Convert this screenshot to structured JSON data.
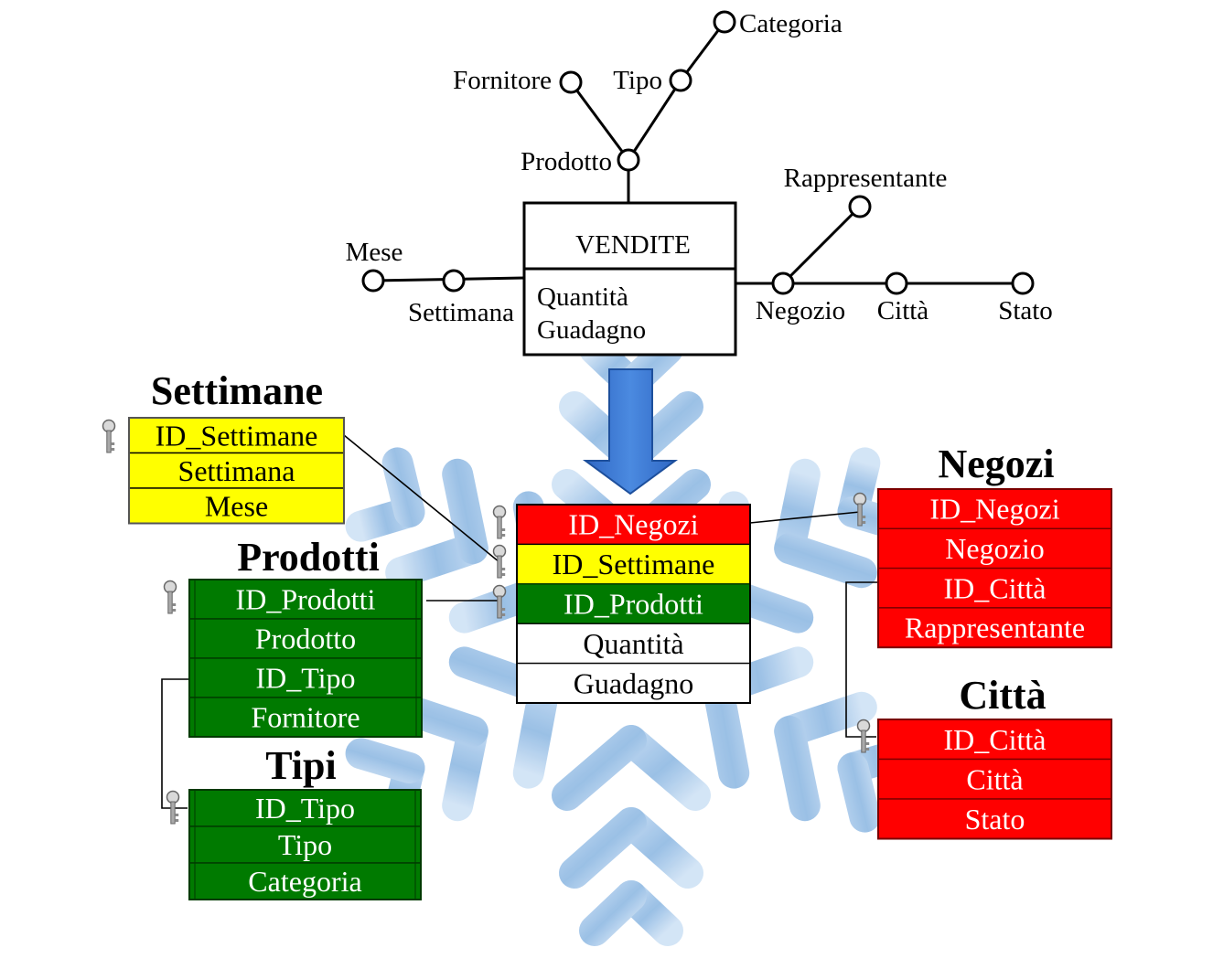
{
  "dfm": {
    "fact": {
      "name": "VENDITE",
      "measures": [
        "Quantità",
        "Guadagno"
      ]
    },
    "attributes": {
      "categoria": "Categoria",
      "fornitore": "Fornitore",
      "tipo": "Tipo",
      "prodotto": "Prodotto",
      "rappresentante": "Rappresentante",
      "mese": "Mese",
      "settimana": "Settimana",
      "negozio": "Negozio",
      "citta": "Città",
      "stato": "Stato"
    }
  },
  "tables": {
    "settimane": {
      "title": "Settimane",
      "rows": [
        "ID_Settimane",
        "Settimana",
        "Mese"
      ]
    },
    "prodotti": {
      "title": "Prodotti",
      "rows": [
        "ID_Prodotti",
        "Prodotto",
        "ID_Tipo",
        "Fornitore"
      ]
    },
    "tipi": {
      "title": "Tipi",
      "rows": [
        "ID_Tipo",
        "Tipo",
        "Categoria"
      ]
    },
    "vendite": {
      "rows": [
        "ID_Negozi",
        "ID_Settimane",
        "ID_Prodotti",
        "Quantità",
        "Guadagno"
      ]
    },
    "negozi": {
      "title": "Negozi",
      "rows": [
        "ID_Negozi",
        "Negozio",
        "ID_Città",
        "Rappresentante"
      ]
    },
    "citta": {
      "title": "Città",
      "rows": [
        "ID_Città",
        "Città",
        "Stato"
      ]
    }
  },
  "colors": {
    "yellow": "#ffff00",
    "green": "#007a00",
    "red": "#ff0000",
    "white": "#ffffff",
    "arrow": "#3a78d4",
    "snowflake": "#9cc3e6"
  },
  "icons": {
    "key": "key-icon",
    "arrow": "arrow-down-icon",
    "snowflake": "snowflake-icon"
  }
}
